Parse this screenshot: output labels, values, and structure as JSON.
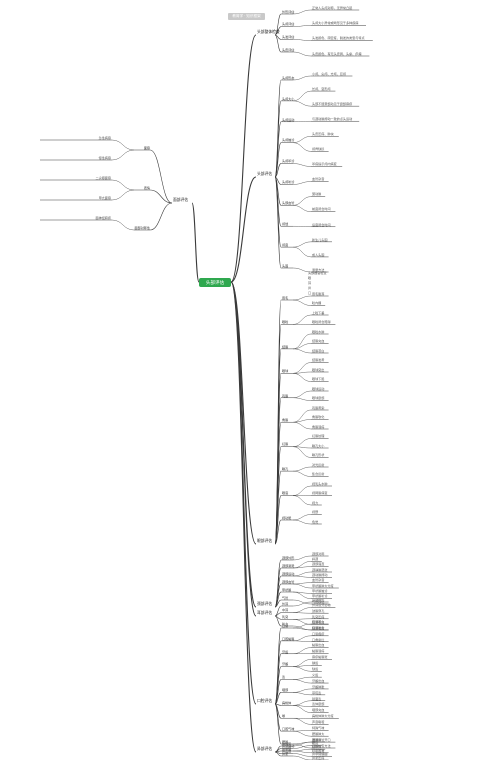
{
  "title": "教育学 · 知识框架",
  "root": "头部评估",
  "colors": {
    "accent": "#2fa84f",
    "line": "#3a3a3a",
    "text": "#333333"
  },
  "branches": {
    "b1": "头部整体检查",
    "b2": "头部评估",
    "b3": "眼部评估",
    "b4": "颈部评估",
    "b5": "耳部评估",
    "b6": "口腔评估",
    "b7": "鼻部评估",
    "b8": "面部评估"
  },
  "b1_nodes": [
    "外形评估",
    "头颅评估",
    "头发评估",
    "头皮评估"
  ],
  "b1_leaves": [
    "正常人头颅对称，无异常凸起",
    "头颅大小异常或畸形见于多种疾病",
    "头发颜色、疏密度、脱发的类型与特点",
    "头皮颜色、有无头皮屑、头癣、疖痈"
  ],
  "b2_nodes": [
    "头颅形态",
    "头颅大小",
    "头颅运动",
    "头颅触诊",
    "头颅叩诊",
    "头颅听诊",
    "头部血管",
    "颅缝",
    "颅囟",
    "头围"
  ],
  "b2_leaves": [
    "小颅、尖颅、方颅、巨颅",
    "长颅、变形颅",
    "头部不随意颤动见于震颤麻痹",
    "与颈动脉搏动一致的点头运动",
    "头皮压痛、肿块",
    "颅骨缺损",
    "叩痛提示颅内病变",
    "血管杂音",
    "颞动脉",
    "前囟闭合时间",
    "后囟闭合时间",
    "新生儿头围",
    "成人头围",
    "测量方法"
  ],
  "b2_sub": [
    "头部器官检查",
    "眼",
    "耳",
    "鼻",
    "口"
  ],
  "b3_nodes": [
    "眉毛",
    "眼睑",
    "结膜",
    "眼球",
    "巩膜",
    "角膜",
    "虹膜",
    "瞳孔",
    "眼底",
    "视功能"
  ],
  "b3_leaves": [
    "眉毛脱落",
    "睑内翻",
    "上睑下垂",
    "眼睑闭合障碍",
    "眼睑水肿",
    "结膜充血",
    "结膜苍白",
    "结膜发黄",
    "眼球突出",
    "眼球下陷",
    "眼球运动",
    "眼球震颤",
    "巩膜黄染",
    "角膜软化",
    "角膜溃疡",
    "虹膜纹理",
    "瞳孔大小",
    "瞳孔形状",
    "对光反射",
    "集合反射",
    "视乳头水肿",
    "视网膜病变",
    "视力",
    "视野",
    "色觉"
  ],
  "b4_nodes": [
    "颈部外形",
    "颈部姿势",
    "颈部运动",
    "颈部血管",
    "甲状腺",
    "气管"
  ],
  "b4_leaves": [
    "颈部对称",
    "斜颈",
    "颈部强直",
    "颈静脉怒张",
    "颈动脉搏动",
    "血管杂音",
    "甲状腺肿大分度",
    "甲状腺触诊",
    "甲状腺听诊",
    "气管移位"
  ],
  "b5_nodes": [
    "外耳",
    "中耳",
    "乳突",
    "听力"
  ],
  "b5_leaves": [
    "耳廓畸形",
    "外耳道分泌物",
    "鼓膜穿孔",
    "乳突压痛",
    "粗测听力",
    "精测听力"
  ],
  "b6_nodes": [
    "口唇",
    "口腔黏膜",
    "牙齿",
    "牙龈",
    "舌",
    "咽部",
    "扁桃体",
    "喉",
    "口腔气味",
    "腮腺"
  ],
  "b6_leaves": [
    "口唇苍白",
    "口唇发绀",
    "口唇疱疹",
    "口角糜烂",
    "黏膜出血",
    "黏膜溃疡",
    "麻疹黏膜斑",
    "龋齿",
    "缺齿",
    "义齿",
    "牙龈出血",
    "牙龈肿胀",
    "草莓舌",
    "镜面舌",
    "舌体震颤",
    "咽部充血",
    "扁桃体肿大分度",
    "声音嘶哑",
    "特殊气味",
    "腮腺肿大",
    "腮腺导管开口",
    "口腔检查方法"
  ],
  "b7_nodes": [
    "鼻外形",
    "鼻翼扇动",
    "鼻中隔",
    "鼻出血",
    "鼻窦"
  ],
  "b7_leaves": [
    "酒渣鼻",
    "鞍鼻",
    "蛙状鼻",
    "呼吸困难",
    "鼻中隔偏曲",
    "鼻窦压痛"
  ],
  "b8_nodes": [
    "面容",
    "表情",
    "面部对称性"
  ],
  "b8_leaves": [
    "急性病容",
    "慢性病容",
    "二尖瓣面容",
    "甲亢面容",
    "面神经麻痹"
  ]
}
